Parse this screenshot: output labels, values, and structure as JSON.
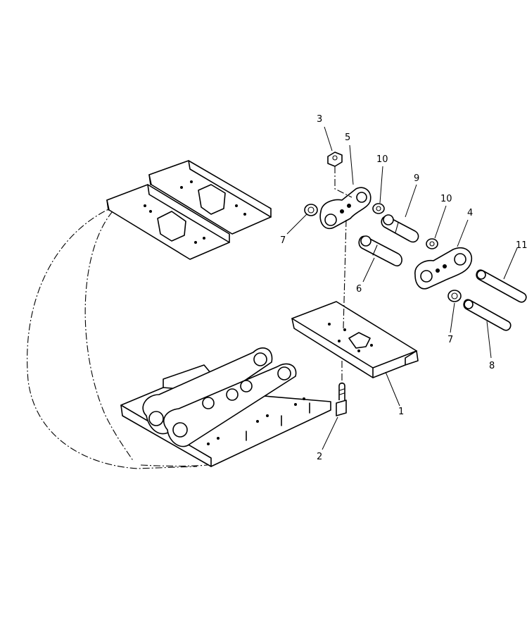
{
  "callouts": [
    {
      "id": "c1",
      "label": "1"
    },
    {
      "id": "c2",
      "label": "2"
    },
    {
      "id": "c3",
      "label": "3"
    },
    {
      "id": "c4",
      "label": "4"
    },
    {
      "id": "c5",
      "label": "5"
    },
    {
      "id": "c6",
      "label": "6"
    },
    {
      "id": "c7a",
      "label": "7"
    },
    {
      "id": "c7b",
      "label": "7"
    },
    {
      "id": "c8",
      "label": "8"
    },
    {
      "id": "c9",
      "label": "9"
    },
    {
      "id": "c10a",
      "label": "10"
    },
    {
      "id": "c10b",
      "label": "10"
    },
    {
      "id": "c11",
      "label": "11"
    }
  ]
}
